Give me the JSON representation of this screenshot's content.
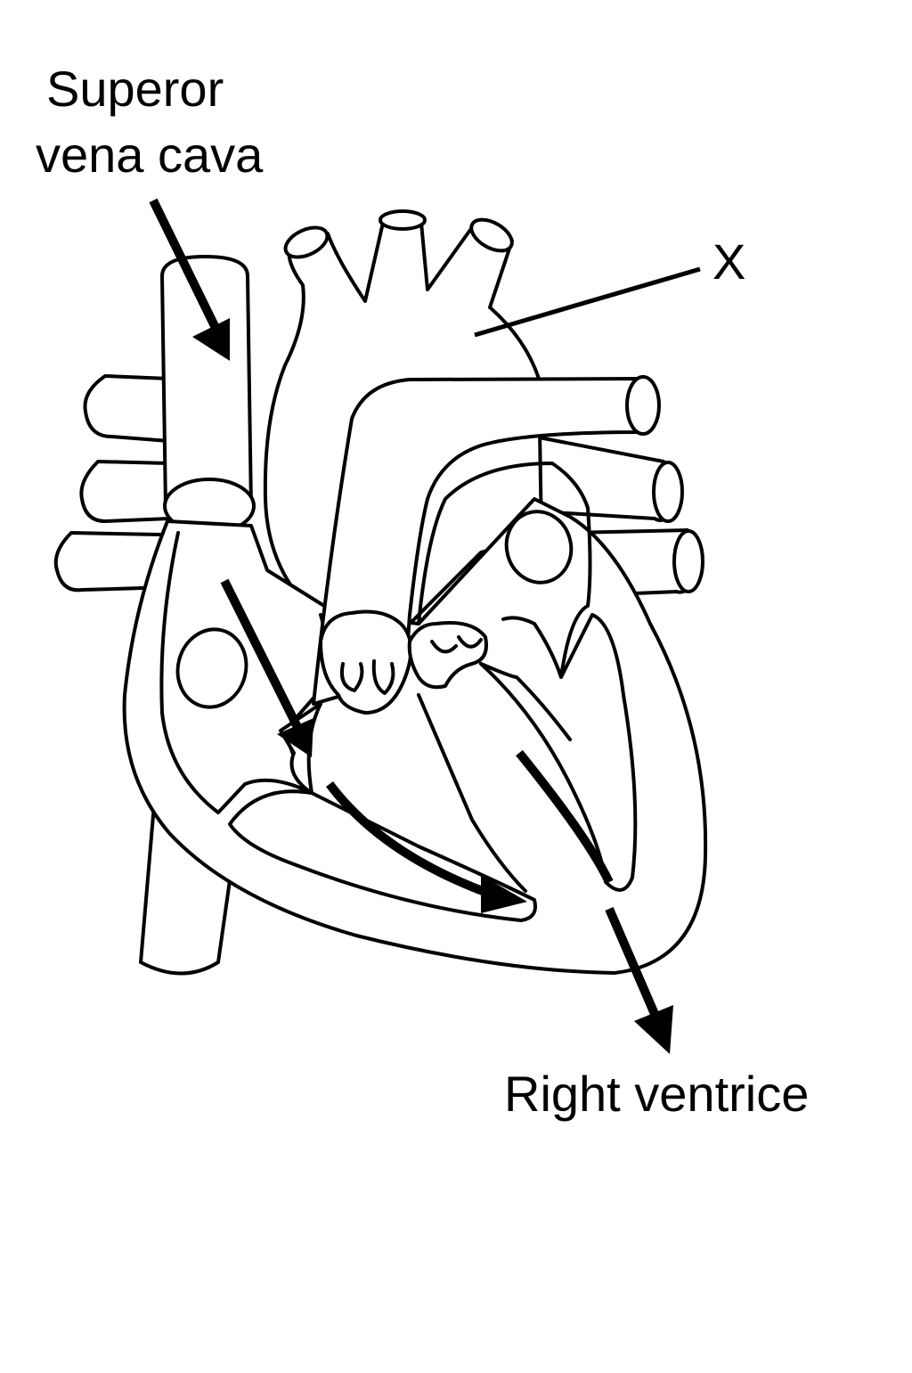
{
  "diagram": {
    "labels": {
      "superior_vena_cava_line1": "Superor",
      "superior_vena_cava_line2": "vena cava",
      "x": "X",
      "right_ventricle": "Right ventrice"
    }
  }
}
